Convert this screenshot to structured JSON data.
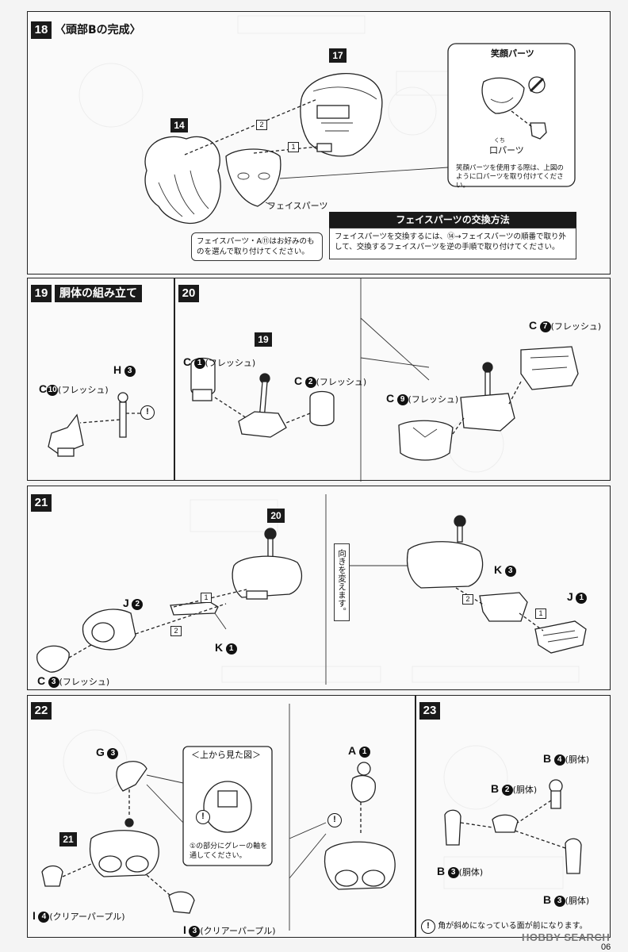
{
  "steps": {
    "s18": {
      "num": "18",
      "title": "〈頭部Bの完成〉",
      "part_17": "17",
      "part_14": "14",
      "order_1": "1",
      "order_2": "2",
      "face_parts_label": "フェイスパーツ",
      "inset_title": "笑顔パーツ",
      "mouth_ruby": "くち",
      "mouth_label": "口パーツ",
      "inset_note": "笑顔パーツを使用する際は、上図のように口パーツを取り付けてください。",
      "face_note": "フェイスパーツ・A⑪はお好みのものを選んで取り付けてください。",
      "exchange_title": "フェイスパーツの交換方法",
      "exchange_text": "フェイスパーツを交換するには、⑭→フェイスパーツの順番で取り外して、交換するフェイスパーツを逆の手順で取り付けてください。"
    },
    "s19": {
      "num": "19",
      "title": "胴体の組み立て",
      "h3_letter": "H",
      "h3_num": "3",
      "c10_letter": "C",
      "c10_num": "10",
      "c10_note": "(フレッシュ)"
    },
    "s20": {
      "num": "20",
      "part_19": "19",
      "c1_letter": "C",
      "c1_num": "1",
      "c1_note": "(フレッシュ)",
      "c2_letter": "C",
      "c2_num": "2",
      "c2_note": "(フレッシュ)",
      "c7_letter": "C",
      "c7_num": "7",
      "c7_note": "(フレッシュ)",
      "c9_letter": "C",
      "c9_num": "9",
      "c9_note": "(フレッシュ)"
    },
    "s21": {
      "num": "21",
      "part_20": "20",
      "order_1": "1",
      "order_2": "2",
      "j2_letter": "J",
      "j2_num": "2",
      "k1_letter": "K",
      "k1_num": "1",
      "c3_letter": "C",
      "c3_num": "3",
      "c3_note": "(フレッシュ)",
      "rotate_label": "向きを変えます。",
      "k3_letter": "K",
      "k3_num": "3",
      "j1_letter": "J",
      "j1_num": "1",
      "r_order_1": "1",
      "r_order_2": "2"
    },
    "s22": {
      "num": "22",
      "g3_letter": "G",
      "g3_num": "3",
      "topview_label": "＜上から見た図＞",
      "gray_note": "①の部分にグレーの軸を通してください。",
      "part_21": "21",
      "i4_letter": "I",
      "i4_num": "4",
      "i4_note": "(クリアーパープル)",
      "i3_letter": "I",
      "i3_num": "3",
      "i3_note": "(クリアーパープル)",
      "a1_letter": "A",
      "a1_num": "1"
    },
    "s23": {
      "num": "23",
      "b4_letter": "B",
      "b4_num": "4",
      "b4_note": "(胴体)",
      "b2_letter": "B",
      "b2_num": "2",
      "b2_note": "(胴体)",
      "b3l_letter": "B",
      "b3l_num": "3",
      "b3l_note": "(胴体)",
      "b3r_letter": "B",
      "b3r_num": "3",
      "b3r_note": "(胴体)",
      "footnote": "角が斜めになっている面が前になります。"
    }
  },
  "warn_glyph": "!",
  "watermark": "HOBBY SEARCH",
  "page_number": "06"
}
